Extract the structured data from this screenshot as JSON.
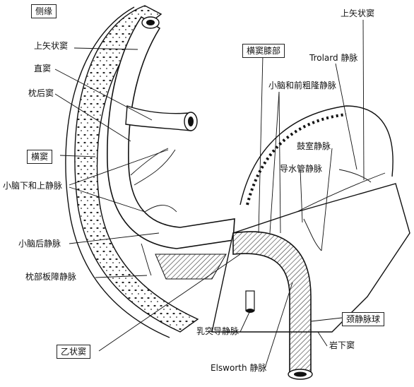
{
  "labels": {
    "lateral_sinus": "侧缘",
    "superior_sagittal_left": "上矢状窦",
    "straight_sinus": "直窦",
    "occipital_sinus": "枕后窦",
    "transverse_sinus": "横窦",
    "inferior_superior_cerebellar_veins": "小脑下和上静脉",
    "posterior_cerebellar_vein": "小脑后静脉",
    "occipital_diploic_vein": "枕部板障静脉",
    "sigmoid_sinus": "乙状窦",
    "transverse_sinus_knee": "横窦膝部",
    "cerebellar_anterior_vein": "小脑和前粗隆静脉",
    "superior_sagittal_right": "上矢状窦",
    "trolard_vein": "Trolard 静脉",
    "tympanic_vein": "鼓室静脉",
    "aqueduct_vein": "导水管静脉",
    "mastoid_emissary_vein": "乳突导静脉",
    "elsworth_vein": "Elsworth 静脉",
    "jugular_bulb": "颈静脉球",
    "inferior_petrosal_sinus": "岩下窦"
  },
  "colors": {
    "ink": "#111111",
    "background": "#ffffff",
    "hatch": "#333333"
  }
}
